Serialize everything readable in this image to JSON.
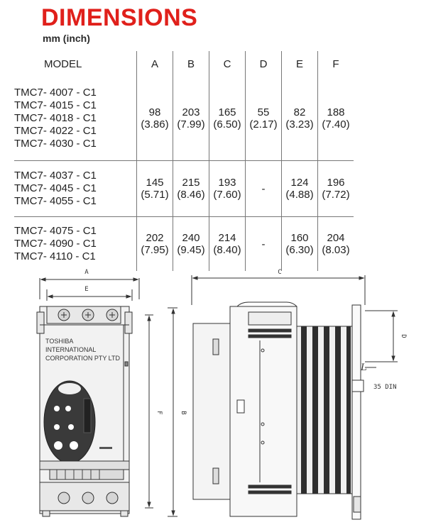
{
  "header": {
    "title": "DIMENSIONS",
    "subtitle": "mm (inch)"
  },
  "table": {
    "model_header": "MODEL",
    "columns": [
      "A",
      "B",
      "C",
      "D",
      "E",
      "F"
    ],
    "groups": [
      {
        "models": [
          "TMC7- 4007 - C1",
          "TMC7- 4015 - C1",
          "TMC7- 4018 - C1",
          "TMC7- 4022 - C1",
          "TMC7- 4030 - C1"
        ],
        "values": [
          {
            "mm": "98",
            "in": "(3.86)"
          },
          {
            "mm": "203",
            "in": "(7.99)"
          },
          {
            "mm": "165",
            "in": "(6.50)"
          },
          {
            "mm": "55",
            "in": "(2.17)"
          },
          {
            "mm": "82",
            "in": "(3.23)"
          },
          {
            "mm": "188",
            "in": "(7.40)"
          }
        ]
      },
      {
        "models": [
          "TMC7- 4037 - C1",
          "TMC7- 4045 - C1",
          "TMC7- 4055 - C1"
        ],
        "values": [
          {
            "mm": "145",
            "in": "(5.71)"
          },
          {
            "mm": "215",
            "in": "(8.46)"
          },
          {
            "mm": "193",
            "in": "(7.60)"
          },
          {
            "mm": "-",
            "in": ""
          },
          {
            "mm": "124",
            "in": "(4.88)"
          },
          {
            "mm": "196",
            "in": "(7.72)"
          }
        ]
      },
      {
        "models": [
          "TMC7- 4075 - C1",
          "TMC7- 4090 - C1",
          "TMC7- 4110 - C1"
        ],
        "values": [
          {
            "mm": "202",
            "in": "(7.95)"
          },
          {
            "mm": "240",
            "in": "(9.45)"
          },
          {
            "mm": "214",
            "in": "(8.40)"
          },
          {
            "mm": "-",
            "in": ""
          },
          {
            "mm": "160",
            "in": "(6.30)"
          },
          {
            "mm": "204",
            "in": "(8.03)"
          }
        ]
      }
    ]
  },
  "drawing": {
    "label_a": "A",
    "label_e": "E",
    "label_c": "C",
    "label_d": "D",
    "label_f": "F",
    "label_b": "B",
    "din_label": "35 DIN",
    "brand_lines": [
      "TOSHIBA",
      "INTERNATIONAL",
      "CORPORATION PTY LTD"
    ]
  }
}
